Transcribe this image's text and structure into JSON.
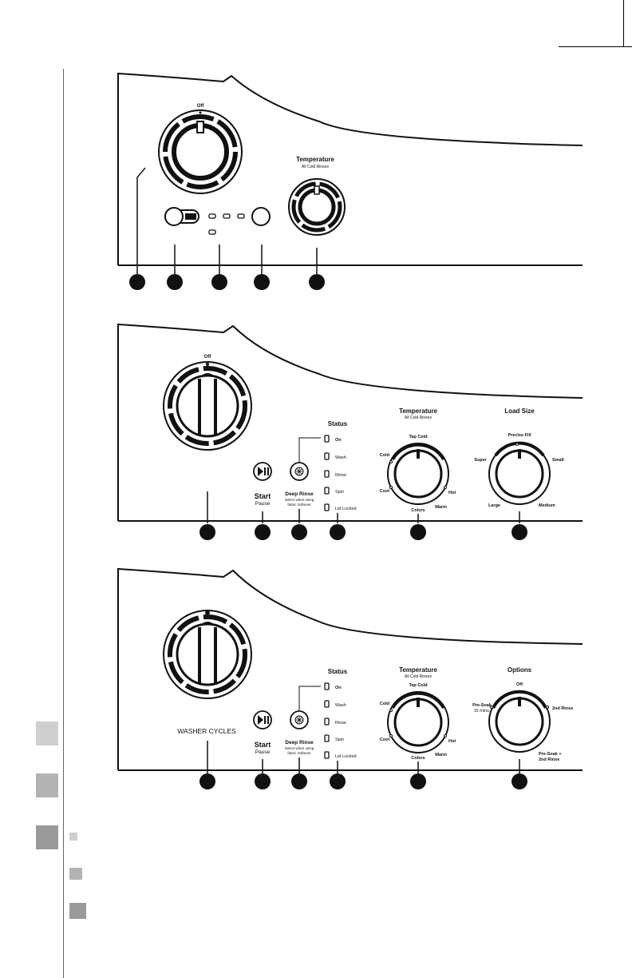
{
  "panel1": {
    "dial_top_label": "Off",
    "temperature_title": "Temperature",
    "temperature_sub": "All Cold Rinses"
  },
  "panel2": {
    "dial_top_label": "Off",
    "status_title": "Status",
    "status_lights": [
      "On",
      "Wash",
      "Rinse",
      "Spin",
      "Lid Locked"
    ],
    "start_label": "Start",
    "pause_label": "Pause",
    "deep_rinse_label": "Deep Rinse",
    "deep_rinse_note_1": "Select when using",
    "deep_rinse_note_2": "fabric Softener",
    "temperature_title": "Temperature",
    "temperature_sub": "All Cold Rinses",
    "temperature_settings": {
      "top": "Tap Cold",
      "left_upper": "Cold",
      "left_lower": "Cool",
      "right_lower": "Hot",
      "bottom_right": "Warm",
      "bottom": "Colors"
    },
    "load_size_title": "Load Size",
    "load_size_settings": {
      "top": "Precise Fill",
      "left_upper": "Super",
      "right_upper": "Small",
      "left_lower": "Large",
      "right_lower": "Medium"
    }
  },
  "panel3": {
    "washer_cycles_label": "WASHER CYCLES",
    "status_title": "Status",
    "status_lights": [
      "On",
      "Wash",
      "Rinse",
      "Spin",
      "Lid Locked"
    ],
    "start_label": "Start",
    "pause_label": "Pause",
    "deep_rinse_label": "Deep Rinse",
    "deep_rinse_note_1": "Select when using",
    "deep_rinse_note_2": "fabric Softener",
    "temperature_title": "Temperature",
    "temperature_sub": "All Cold Rinses",
    "temperature_settings": {
      "top": "Tap Cold",
      "left_upper": "Cold",
      "left_lower": "Cool",
      "right_lower": "Hot",
      "bottom_right": "Warm",
      "bottom": "Colors"
    },
    "options_title": "Options",
    "options_settings": {
      "top": "Off",
      "left_1": "Pre-Soak",
      "left_2": "15 mins.",
      "right_upper": "2nd Rinse",
      "right_lower_1": "Pre-Soak +",
      "right_lower_2": "2nd Rinse"
    }
  },
  "colors": {
    "tab_light": "#cfcfcf",
    "tab_mid": "#b3b3b3",
    "tab_dark": "#9a9a9a",
    "ink": "#111111"
  }
}
